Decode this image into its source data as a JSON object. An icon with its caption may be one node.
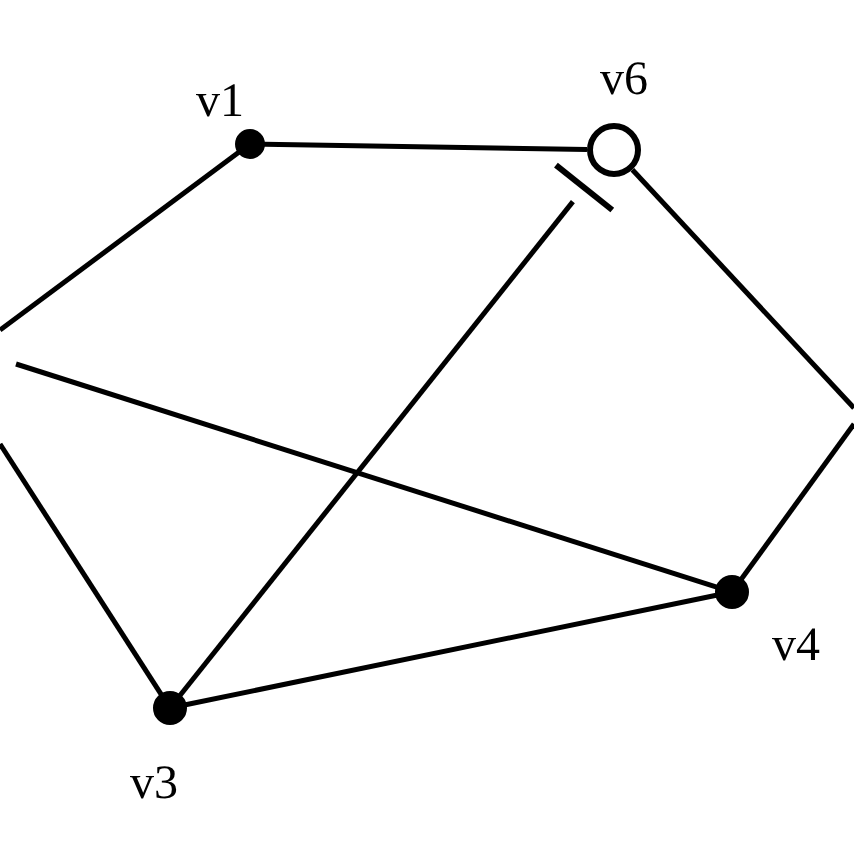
{
  "diagram": {
    "nodes": [
      {
        "text": [
          "v1"
        ]
      },
      {
        "text": [
          "v6"
        ]
      },
      {
        "text": [
          "v4"
        ]
      },
      {
        "text": [
          "v3"
        ]
      }
    ],
    "edges": [
      {
        "from": 0,
        "to": 1,
        "arrow": "none"
      },
      {
        "from": 0,
        "to": null,
        "arrow": "none"
      },
      {
        "from": null,
        "to": 2,
        "arrow": "none"
      },
      {
        "from": null,
        "to": 3,
        "arrow": "none"
      },
      {
        "from": 3,
        "to": 1,
        "arrow": "other"
      },
      {
        "from": 1,
        "to": null,
        "arrow": "none"
      },
      {
        "from": null,
        "to": 2,
        "arrow": "none"
      },
      {
        "from": 3,
        "to": 2,
        "arrow": "none"
      }
    ]
  }
}
